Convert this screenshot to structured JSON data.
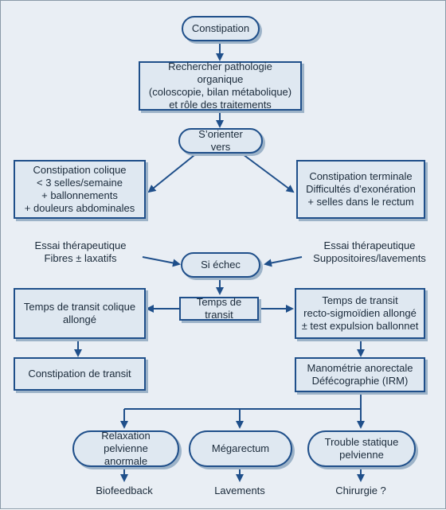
{
  "nodes": {
    "constipation": [
      "Constipation"
    ],
    "rechercher": [
      "Rechercher pathologie organique",
      "(coloscopie, bilan métabolique)",
      "et rôle des traitements"
    ],
    "orienter": [
      "S’orienter vers"
    ],
    "colique": [
      "Constipation colique",
      "< 3 selles/semaine",
      "+ ballonnements",
      "+ douleurs abdominales"
    ],
    "terminale": [
      "Constipation terminale",
      "Difficultés d’exonération",
      "+ selles dans le rectum"
    ],
    "essai_gauche": [
      "Essai thérapeutique",
      "Fibres ± laxatifs"
    ],
    "essai_droite": [
      "Essai thérapeutique",
      "Suppositoires/lavements"
    ],
    "si_echec": [
      "Si échec"
    ],
    "temps_transit": [
      "Temps de transit"
    ],
    "transit_colique": [
      "Temps de transit colique",
      "allongé"
    ],
    "transit_recto": [
      "Temps de transit",
      "recto-sigmoïdien allongé",
      "± test expulsion ballonnet"
    ],
    "constipation_transit": [
      "Constipation de transit"
    ],
    "manometrie": [
      "Manométrie anorectale",
      "Défécographie (IRM)"
    ],
    "relaxation": [
      "Relaxation pelvienne",
      "anormale"
    ],
    "megarectum": [
      "Mégarectum"
    ],
    "trouble": [
      "Trouble statique",
      "pelvienne"
    ],
    "biofeedback": [
      "Biofeedback"
    ],
    "lavements": [
      "Lavements"
    ],
    "chirurgie": [
      "Chirurgie ?"
    ]
  },
  "colors": {
    "border": "#1f4f8a",
    "fill": "#dfe8f1",
    "background": "#e9eef4"
  }
}
